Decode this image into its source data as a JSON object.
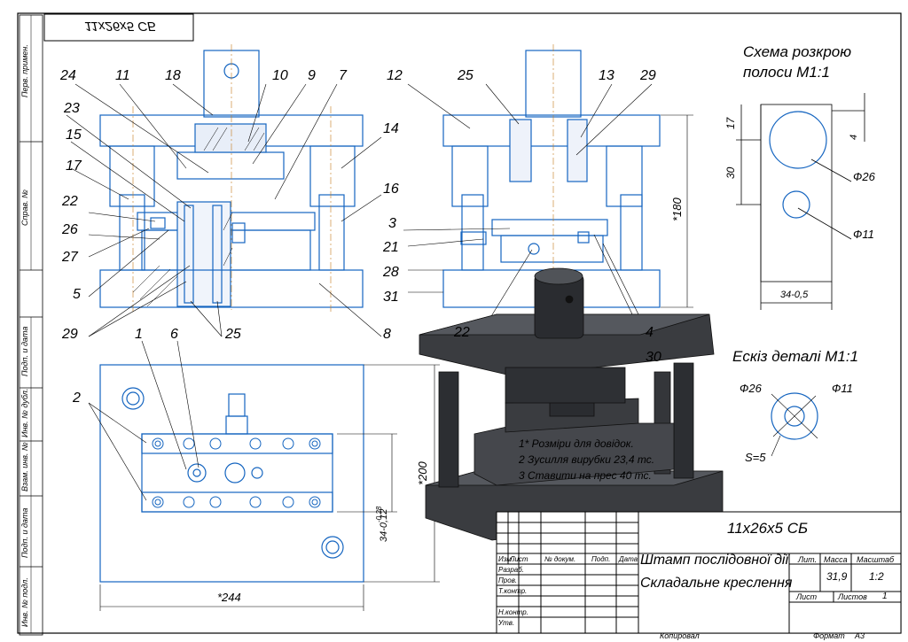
{
  "drawing": {
    "mirrored_code": "11x26x5 СБ",
    "strip_scheme_title": "Схема розкрою полоси М1:1",
    "part_sketch_title": "Ескіз деталі М1:1",
    "notes": [
      "1* Розміри для довідок.",
      "2 Зусилля вирубки 23,4 тс.",
      "3 Ставити на прес 40 тс."
    ],
    "sidebar_labels": [
      "Перв. примен.",
      "Справ. №",
      "Подп. и дата",
      "Инв. № дубл.",
      "Взам. инв. №",
      "Подп. и дата",
      "Инв. № подл."
    ],
    "callouts": {
      "front": [
        "24",
        "11",
        "18",
        "10",
        "9",
        "7",
        "23",
        "15",
        "14",
        "17",
        "16",
        "22",
        "26",
        "27",
        "5",
        "29",
        "1",
        "6",
        "25",
        "8",
        "2"
      ],
      "side": [
        "12",
        "25",
        "13",
        "29",
        "3",
        "21",
        "28",
        "31",
        "22",
        "4",
        "30"
      ]
    },
    "dims": {
      "d180": "*180",
      "d200": "*200",
      "d244": "*244",
      "d34tol": "34-0,12",
      "d34tol_upper": "-0,28",
      "strip17": "17",
      "strip30": "30",
      "strip4": "4",
      "strip26": "Ф26",
      "strip11": "Ф11",
      "strip34": "34-0,5",
      "part26": "Ф26",
      "part11": "Ф11",
      "s5": "S=5"
    }
  },
  "title_block": {
    "code": "11х26х5 СБ",
    "name_line1": "Штамп послідовної дії",
    "name_line2": "Складальне креслення",
    "headers": [
      "Изм.",
      "Лист",
      "№ докум.",
      "Подп.",
      "Дата"
    ],
    "roles": [
      "Разраб.",
      "Пров.",
      "Т.контр.",
      "",
      "Н.контр.",
      "Утв."
    ],
    "lit_label": "Лит.",
    "mass_label": "Масса",
    "scale_label": "Масштаб",
    "mass_value": "31,9",
    "scale_value": "1:2",
    "sheet_label": "Лист",
    "sheets_label": "Листов",
    "sheets_value": "1",
    "copied": "Копировал",
    "format": "Формат",
    "format_value": "А3"
  },
  "colors": {
    "drawing": "#1565c0",
    "frame": "#000000",
    "iso": "#303236"
  }
}
